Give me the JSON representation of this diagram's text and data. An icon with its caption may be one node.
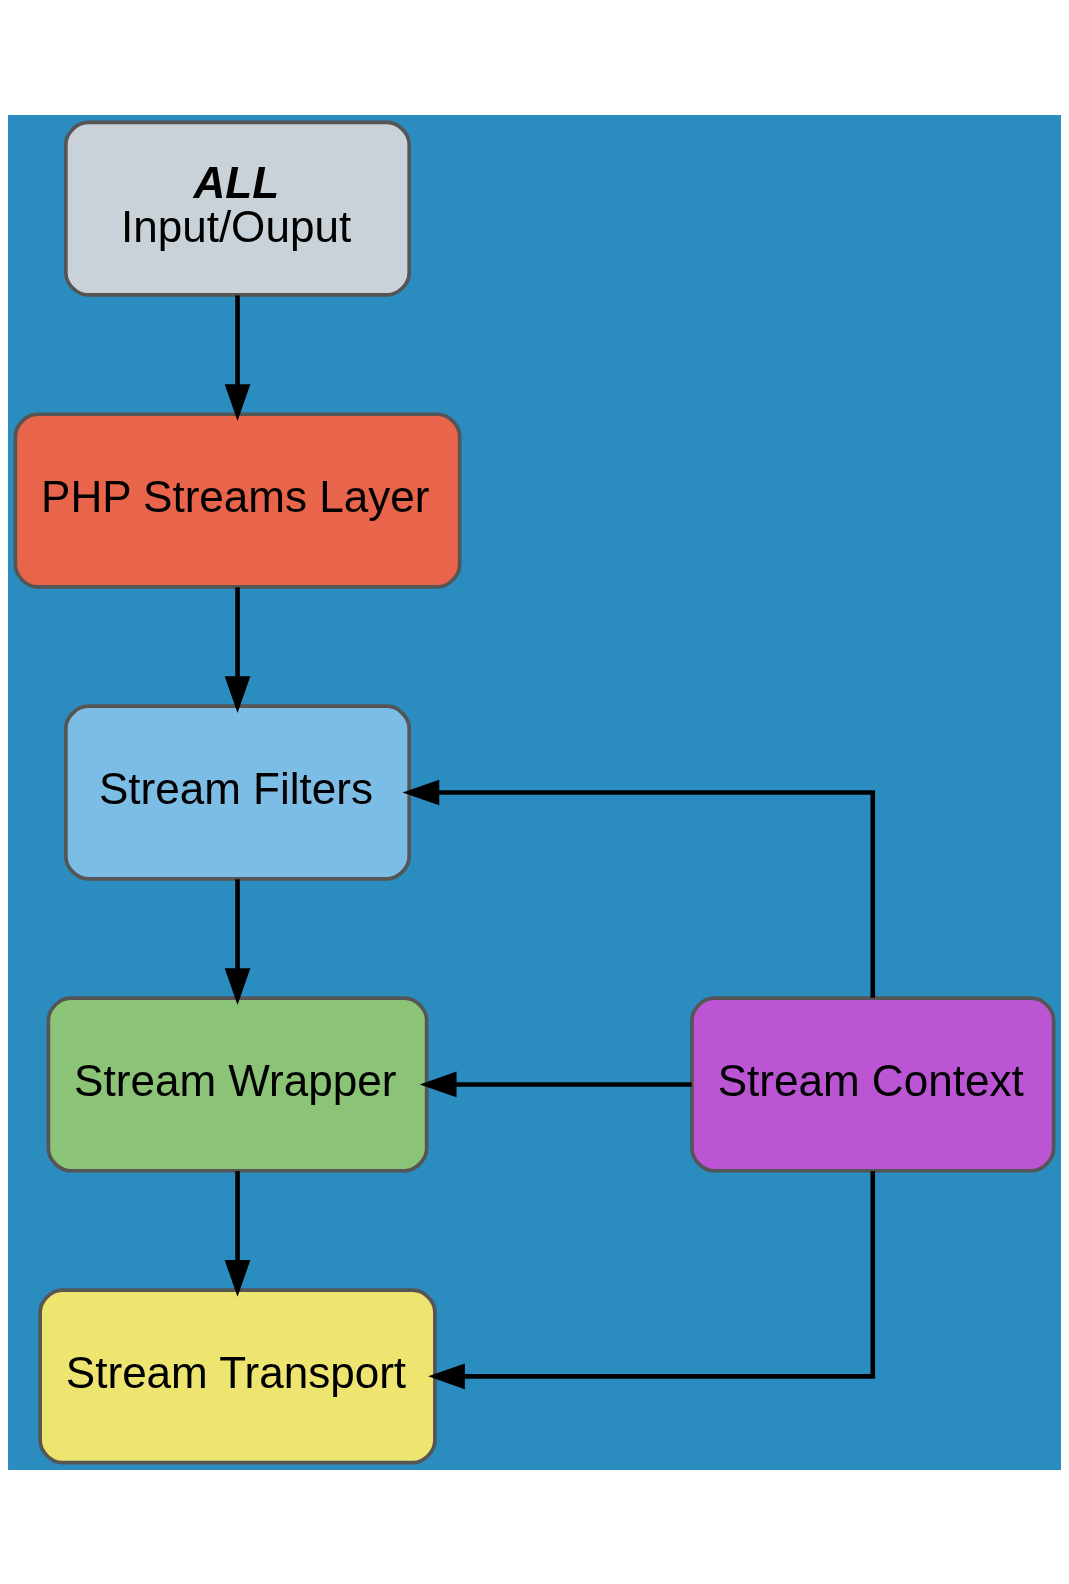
{
  "diagram": {
    "nodes": [
      {
        "text": [
          "ALL",
          "Input/Ouput"
        ]
      },
      {
        "text": [
          "PHP Streams Layer"
        ]
      },
      {
        "text": [
          "Stream Filters"
        ]
      },
      {
        "text": [
          "Stream Wrapper"
        ]
      },
      {
        "text": [
          "Stream Transport"
        ]
      },
      {
        "text": [
          "Stream Context"
        ]
      }
    ],
    "edges": [
      {
        "from": 0,
        "to": 1,
        "arrow": "to"
      },
      {
        "from": 1,
        "to": 2,
        "arrow": "to"
      },
      {
        "from": 2,
        "to": 3,
        "arrow": "to"
      },
      {
        "from": 3,
        "to": 4,
        "arrow": "to"
      },
      {
        "from": 5,
        "to": 2,
        "arrow": "to"
      },
      {
        "from": 5,
        "to": 3,
        "arrow": "to"
      },
      {
        "from": 5,
        "to": 4,
        "arrow": "to"
      }
    ]
  }
}
